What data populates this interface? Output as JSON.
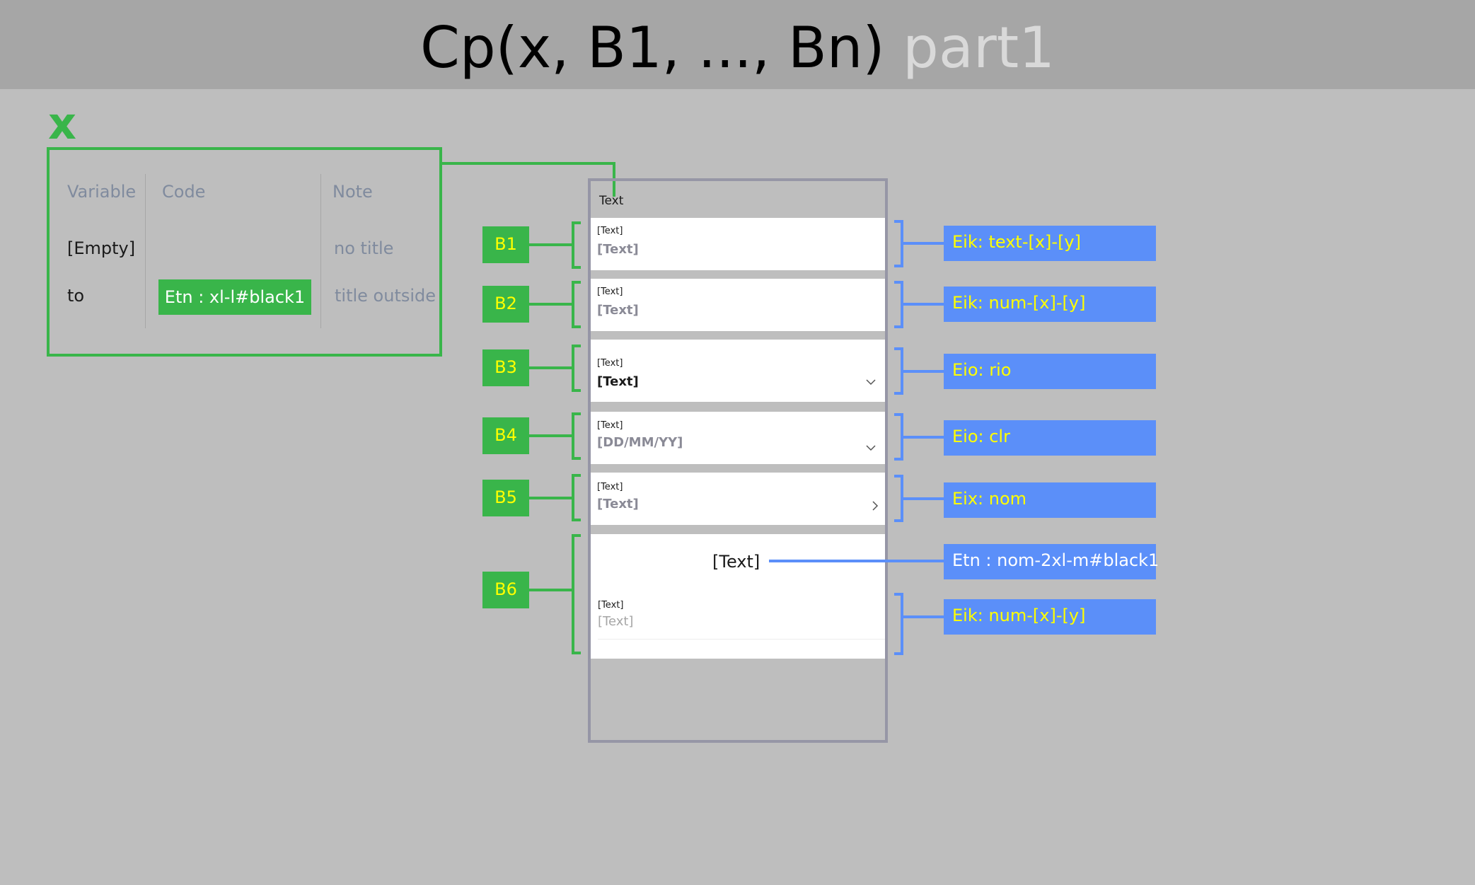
{
  "title": {
    "main": "Cp(x, B1, ..., Bn)",
    "part": "part1"
  },
  "x_label": "x",
  "variable_table": {
    "headers": {
      "variable": "Variable",
      "code": "Code",
      "note": "Note"
    },
    "rows": [
      {
        "variable": "[Empty]",
        "code": "",
        "note": "no title"
      },
      {
        "variable": "to",
        "code": "Etn : xl-l#black1",
        "note": "title outside"
      }
    ]
  },
  "screen": {
    "title": "Text",
    "cards": [
      {
        "label": "[Text]",
        "value": "[Text]"
      },
      {
        "label": "[Text]",
        "value": "[Text]"
      },
      {
        "label": "[Text]",
        "value": "[Text]"
      },
      {
        "label": "[Text]",
        "value": "[DD/MM/YY]"
      },
      {
        "label": "[Text]",
        "value": "[Text]"
      },
      {
        "heading": "[Text]",
        "label": "[Text]",
        "value": "[Text]"
      }
    ]
  },
  "blocks": [
    "B1",
    "B2",
    "B3",
    "B4",
    "B5",
    "B6"
  ],
  "annotations": [
    "Eik: text-[x]-[y]",
    "Eik: num-[x]-[y]",
    "Eio: rio",
    "Eio: clr",
    "Eix: nom",
    "Etn : nom-2xl-m#black1",
    "Eik: num-[x]-[y]"
  ],
  "icons": {
    "dropdown": "chevron-down-icon",
    "next": "chevron-right-icon"
  },
  "colors": {
    "header_bg": "#a6a6a6",
    "canvas_bg": "#bebebe",
    "green": "#39b54a",
    "blue": "#5b8ff9",
    "label_text": "#ffff00"
  }
}
